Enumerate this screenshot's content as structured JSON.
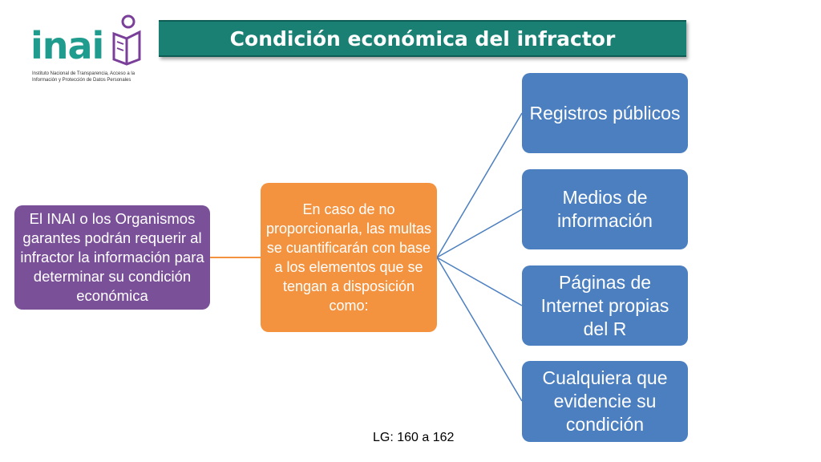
{
  "logo": {
    "wordmark": "inai",
    "subtitle": "Instituto Nacional de Transparencia, Acceso a la Información y Protección de Datos Personales",
    "colors": {
      "teal": "#1f9c8e",
      "purple": "#7a3f98"
    }
  },
  "title": "Condición económica del infractor",
  "nodes": {
    "left": "El INAI o los Organismos garantes podrán requerir al infractor la información para determinar su condición económica",
    "middle": "En caso de no proporcionarla, las multas se cuantificarán con base a los elementos que se tengan a disposición como:",
    "right": [
      "Registros públicos",
      "Medios de información",
      "Páginas de Internet propias del R",
      "Cualquiera que evidencie su condición"
    ]
  },
  "footnote": "LG: 160 a 162",
  "colors": {
    "title_bar": "#1a8074",
    "left_box": "#7a5098",
    "middle_box": "#f4933f",
    "right_boxes": "#4c7fc0",
    "connector_orange": "#f4933f",
    "connector_blue": "#4c7fc0"
  }
}
